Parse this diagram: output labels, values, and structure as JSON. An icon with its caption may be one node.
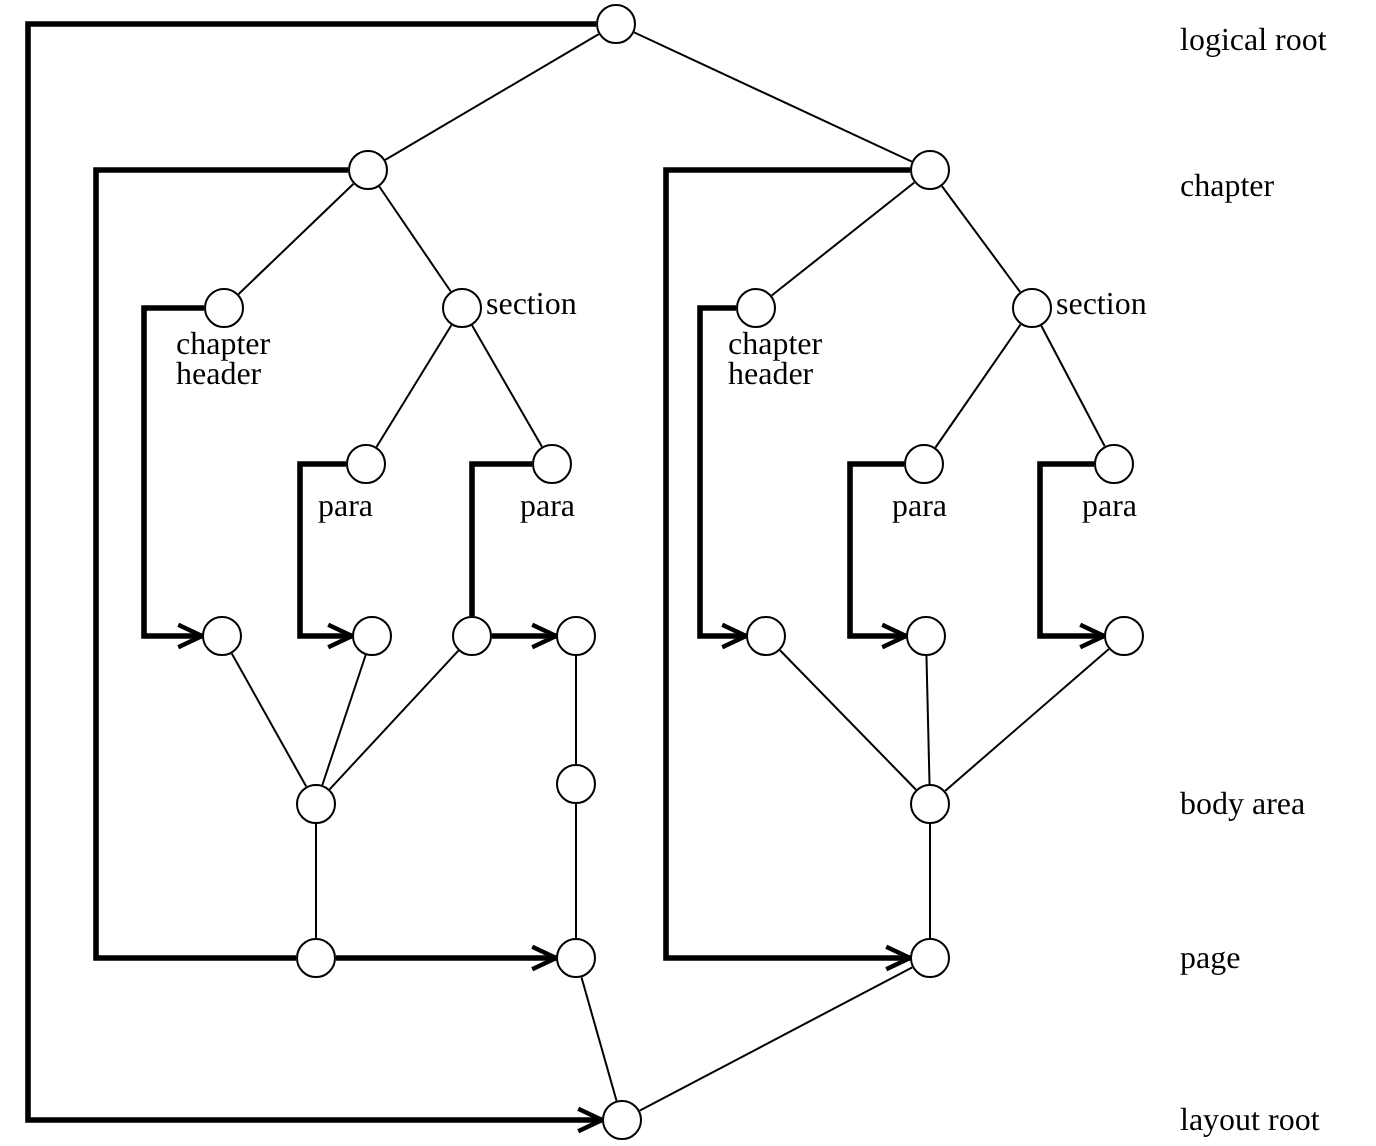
{
  "diagram": {
    "nodes": [
      {
        "text": [],
        "shape": "circle"
      },
      {
        "text": [],
        "shape": "circle"
      },
      {
        "text": [],
        "shape": "circle"
      },
      {
        "text": [],
        "shape": "circle",
        "beside": [
          "chapter header"
        ]
      },
      {
        "text": [],
        "shape": "circle",
        "beside": [
          "section"
        ]
      },
      {
        "text": [],
        "shape": "circle",
        "beside": [
          "para"
        ]
      },
      {
        "text": [],
        "shape": "circle",
        "beside": [
          "para"
        ]
      },
      {
        "text": [],
        "shape": "circle",
        "beside": [
          "chapter header"
        ]
      },
      {
        "text": [],
        "shape": "circle",
        "beside": [
          "section"
        ]
      },
      {
        "text": [],
        "shape": "circle",
        "beside": [
          "para"
        ]
      },
      {
        "text": [],
        "shape": "circle",
        "beside": [
          "para"
        ]
      },
      {
        "text": [],
        "shape": "circle"
      },
      {
        "text": [],
        "shape": "circle"
      },
      {
        "text": [],
        "shape": "circle"
      },
      {
        "text": [],
        "shape": "circle"
      },
      {
        "text": [],
        "shape": "circle"
      },
      {
        "text": [],
        "shape": "circle"
      },
      {
        "text": [],
        "shape": "circle"
      },
      {
        "text": [],
        "shape": "circle"
      },
      {
        "text": [],
        "shape": "circle"
      },
      {
        "text": [],
        "shape": "circle"
      },
      {
        "text": [],
        "shape": "circle"
      },
      {
        "text": [],
        "shape": "circle"
      },
      {
        "text": [],
        "shape": "circle"
      },
      {
        "text": [],
        "shape": "circle"
      }
    ],
    "edges": [
      {
        "from": 0,
        "to": 1,
        "arrow": "none"
      },
      {
        "from": 0,
        "to": 2,
        "arrow": "none"
      },
      {
        "from": 1,
        "to": 3,
        "arrow": "none"
      },
      {
        "from": 1,
        "to": 4,
        "arrow": "none"
      },
      {
        "from": 4,
        "to": 5,
        "arrow": "none"
      },
      {
        "from": 4,
        "to": 6,
        "arrow": "none"
      },
      {
        "from": 2,
        "to": 7,
        "arrow": "none"
      },
      {
        "from": 2,
        "to": 8,
        "arrow": "none"
      },
      {
        "from": 8,
        "to": 9,
        "arrow": "none"
      },
      {
        "from": 8,
        "to": 10,
        "arrow": "none"
      },
      {
        "from": 11,
        "to": 18,
        "arrow": "none"
      },
      {
        "from": 12,
        "to": 18,
        "arrow": "none"
      },
      {
        "from": 13,
        "to": 18,
        "arrow": "none"
      },
      {
        "from": 18,
        "to": 21,
        "arrow": "none"
      },
      {
        "from": 14,
        "to": 19,
        "arrow": "none"
      },
      {
        "from": 19,
        "to": 22,
        "arrow": "none"
      },
      {
        "from": 22,
        "to": 24,
        "arrow": "none"
      },
      {
        "from": 15,
        "to": 20,
        "arrow": "none"
      },
      {
        "from": 16,
        "to": 20,
        "arrow": "none"
      },
      {
        "from": 17,
        "to": 20,
        "arrow": "none"
      },
      {
        "from": 20,
        "to": 23,
        "arrow": "none"
      },
      {
        "from": 24,
        "to": 23,
        "arrow": "none"
      },
      {
        "from": 0,
        "to": 24,
        "arrow": "to",
        "style": "thick"
      },
      {
        "from": 1,
        "to": 21,
        "arrow": "none",
        "style": "thick"
      },
      {
        "from": 21,
        "to": 22,
        "arrow": "to",
        "style": "thick"
      },
      {
        "from": 2,
        "to": 23,
        "arrow": "to",
        "style": "thick"
      },
      {
        "from": 3,
        "to": 11,
        "arrow": "to",
        "style": "thick"
      },
      {
        "from": 5,
        "to": 12,
        "arrow": "to",
        "style": "thick"
      },
      {
        "from": 6,
        "to": 13,
        "arrow": "none",
        "style": "thick"
      },
      {
        "from": 13,
        "to": 14,
        "arrow": "to",
        "style": "thick"
      },
      {
        "from": 7,
        "to": 15,
        "arrow": "to",
        "style": "thick"
      },
      {
        "from": 9,
        "to": 16,
        "arrow": "to",
        "style": "thick"
      },
      {
        "from": 10,
        "to": 17,
        "arrow": "to",
        "style": "thick"
      }
    ],
    "labels": [
      "logical root",
      "chapter",
      "body area",
      "page",
      "layout root"
    ]
  }
}
